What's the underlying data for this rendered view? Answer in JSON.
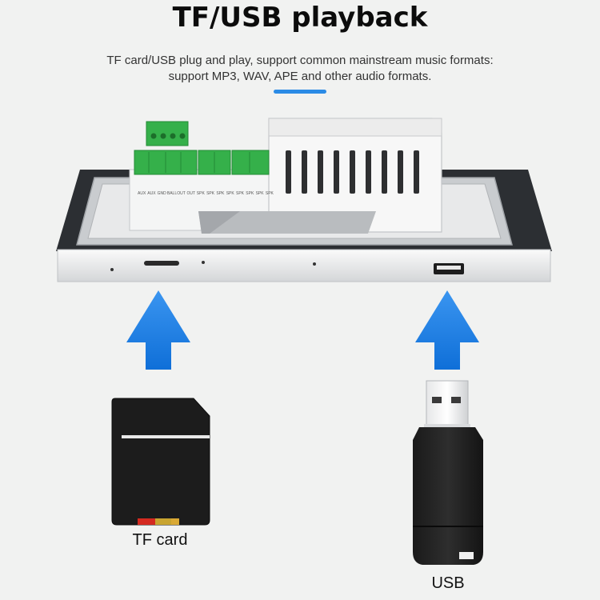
{
  "title": "TF/USB playback",
  "subtitle": [
    "TF card/USB plug and play, support common mainstream music formats:",
    "support MP3, WAV, APE and other audio formats."
  ],
  "colors": {
    "accent": "#2b8be6",
    "arrow": "#1f7fe8",
    "terminal_green": "#35b04a",
    "panel_dark": "#2c2f33",
    "background": "#f1f2f1"
  },
  "labels": {
    "tf_card": "TF card",
    "usb": "USB"
  },
  "terminal_labels": [
    "AUX",
    "AUX",
    "GND",
    "BALL",
    "OUT",
    "OUT",
    "SPK",
    "SPK",
    "SPK",
    "SPK",
    "SPK",
    "SPK",
    "SPK",
    "SPK"
  ],
  "icons": {
    "tf_arrow": "arrow-up-icon",
    "usb_arrow": "arrow-up-icon",
    "tf_card": "sd-card-icon",
    "usb_stick": "usb-drive-icon",
    "usb_port": "usb-port-icon",
    "tf_slot": "tf-slot-icon"
  }
}
